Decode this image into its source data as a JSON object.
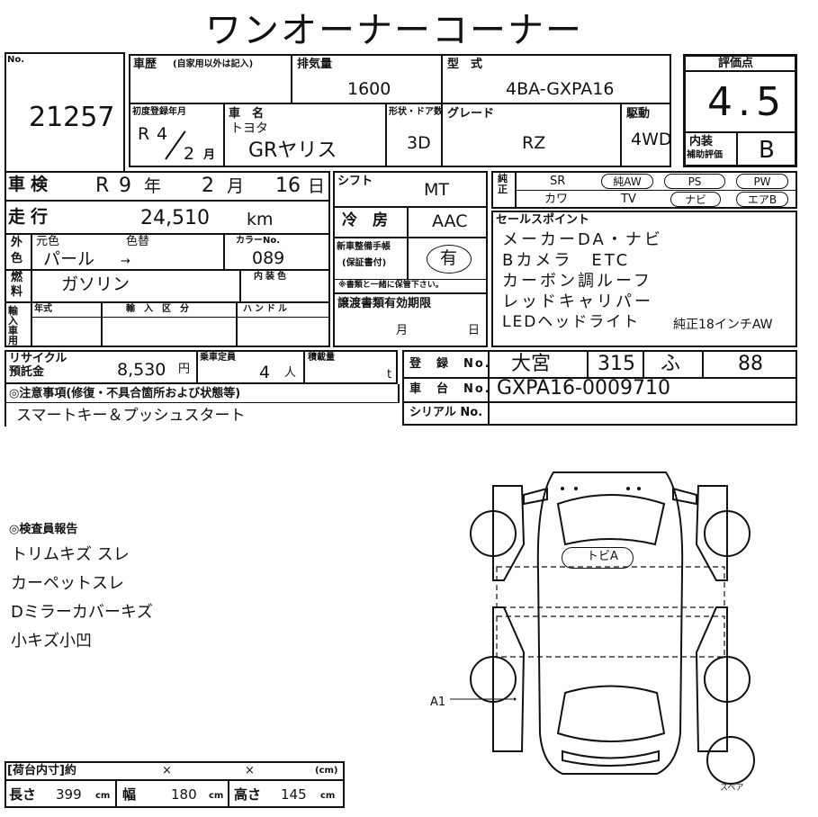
{
  "title": "ワンオーナーコーナー",
  "lot": {
    "label": "No.",
    "number": "21257"
  },
  "history": {
    "label": "車歴",
    "note": "(自家用以外は記入)"
  },
  "displacement": {
    "label": "排気量",
    "value": "1600"
  },
  "model_code": {
    "label": "型　式",
    "value": "4BA-GXPA16"
  },
  "first_reg": {
    "label": "初度登録年月",
    "era": "R",
    "year": "4",
    "month": "2",
    "month_unit": "月"
  },
  "car_name": {
    "label": "車　名",
    "maker": "トヨタ",
    "name": "GRヤリス"
  },
  "body_type": {
    "label": "形状・ドア数",
    "value": "3D"
  },
  "grade": {
    "label": "グレード",
    "value": "RZ"
  },
  "drive": {
    "label": "駆動",
    "value": "4WD"
  },
  "score": {
    "label": "評価点",
    "value": "4.5",
    "interior_label_1": "内装",
    "interior_label_2": "補助評価",
    "interior_value": "B"
  },
  "inspection": {
    "label": "車検",
    "era": "R",
    "year": "9",
    "year_unit": "年",
    "month": "2",
    "month_unit": "月",
    "day": "16",
    "day_unit": "日"
  },
  "mileage": {
    "label": "走行",
    "value": "24,510",
    "unit": "km"
  },
  "shift": {
    "label": "シフト",
    "value": "MT"
  },
  "ac": {
    "label": "冷　房",
    "value": "AAC"
  },
  "color": {
    "side_label_1": "外",
    "side_label_2": "色",
    "orig_label": "元色",
    "change_label": "色替",
    "value": "パール",
    "arrow": "→",
    "code_label": "カラーNo.",
    "code": "089"
  },
  "fuel": {
    "side_label_1": "燃",
    "side_label_2": "料",
    "value": "ガソリン",
    "interior_color_label": "内装色"
  },
  "warranty": {
    "label_1": "新車整備手帳",
    "label_2": "(保証書付)",
    "value": "有",
    "note": "※書類と一緒に保管下さい。"
  },
  "import": {
    "side_label": "輸入車用",
    "year_label": "年式",
    "class_label": "輸　入　区　分",
    "handle_label": "ハンドル"
  },
  "transfer": {
    "label": "譲渡書類有効期限",
    "month_unit": "月",
    "day_unit": "日"
  },
  "genuine": {
    "side_label": "純正",
    "items": [
      "SR",
      "純AW",
      "PS",
      "PW",
      "カワ",
      "TV",
      "ナビ",
      "エアB"
    ],
    "circled": [
      "純AW",
      "ナビ",
      "エアB"
    ]
  },
  "sales_points": {
    "label": "セールスポイント",
    "lines": [
      "メーカーDA・ナビ",
      "Bカメラ　ETC",
      "カーボン調ルーフ",
      "レッドキャリパー",
      "LEDヘッドライト"
    ],
    "extra": "純正18インチAW"
  },
  "recycle": {
    "label_1": "リサイクル",
    "label_2": "預託金",
    "value": "8,530",
    "unit": "円"
  },
  "capacity": {
    "label": "乗車定員",
    "value": "4",
    "unit": "人"
  },
  "load": {
    "label": "積載量",
    "unit": "t"
  },
  "registration": {
    "label": "登　録　No.",
    "office": "大宮",
    "class": "315",
    "kana": "ふ",
    "number": "88"
  },
  "chassis": {
    "label": "車　台　No.",
    "value": "GXPA16-0009710"
  },
  "serial": {
    "label": "シリアル No."
  },
  "notes": {
    "label": "◎注意事項(修復・不具合箇所および状態等)",
    "text": "スマートキー＆プッシュスタート"
  },
  "inspector": {
    "label": "◎検査員報告",
    "lines": [
      "トリムキズ スレ",
      "カーペットスレ",
      "Dミラーカバーキズ",
      "小キズ小凹"
    ]
  },
  "diagram": {
    "front_mark": "トビA",
    "side_mark": "A1",
    "spare_label": "スペア"
  },
  "cargo": {
    "label": "[荷台内寸]約",
    "x1": "×",
    "x2": "×",
    "unit_paren": "(cm)",
    "length_label": "長さ",
    "length": "399",
    "width_label": "幅",
    "width": "180",
    "height_label": "高さ",
    "height": "145",
    "unit": "cm"
  }
}
